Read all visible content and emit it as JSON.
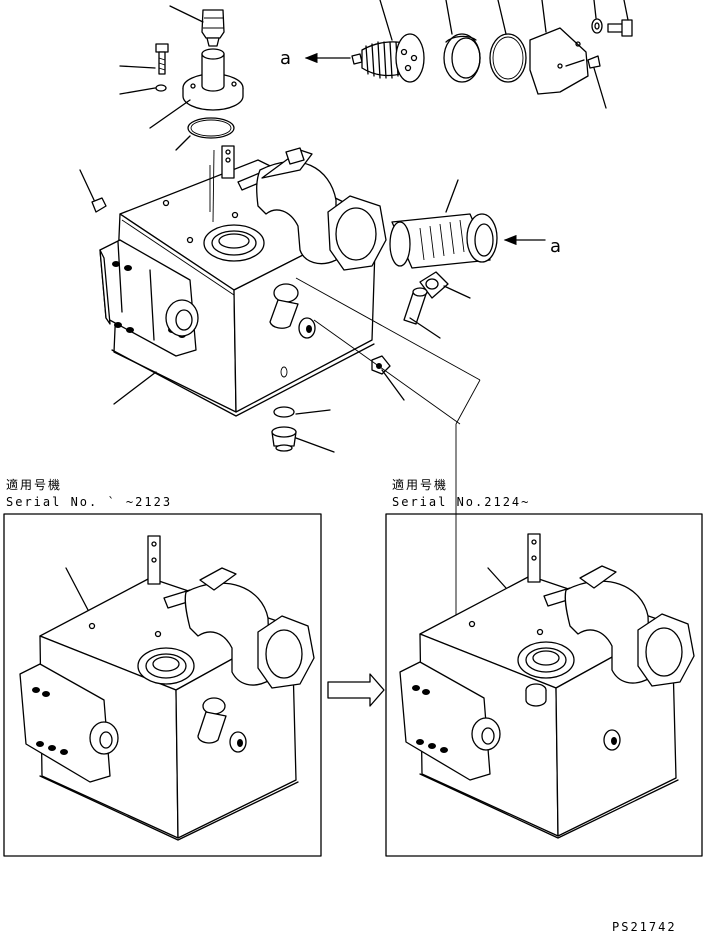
{
  "labels": {
    "callout_a_top": "a",
    "callout_a_right": "a",
    "panel_left_jp": "適用号機",
    "panel_left_serial": "Serial No.  `  ~2123",
    "panel_right_jp": "適用号機",
    "panel_right_serial": "Serial No.2124~",
    "doc_code": "PS21742"
  }
}
